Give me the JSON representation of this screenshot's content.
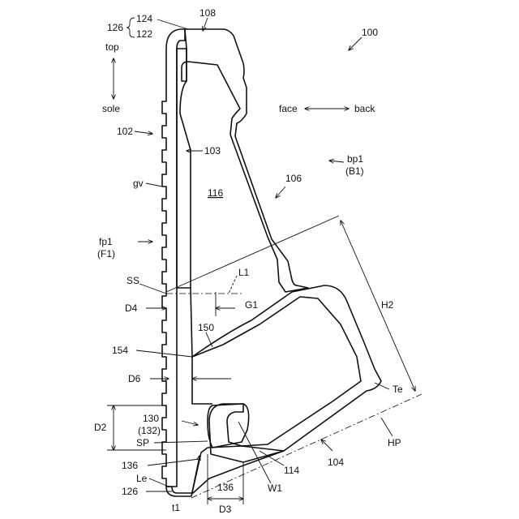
{
  "figure": {
    "ref_main": "100",
    "ref_top_outer": "126",
    "ref_top_a": "124",
    "ref_top_b": "122",
    "ref_crown": "108",
    "dir_top": "top",
    "dir_sole": "sole",
    "dir_face": "face",
    "dir_back": "back",
    "ref_face": "102",
    "ref_inner_face": "103",
    "ref_back_wall": "106",
    "ref_cavity": "116",
    "ref_gv": "gv",
    "bp_label": "bp1",
    "bp_sub": "(B1)",
    "fp_label": "fp1",
    "fp_sub": "(F1)",
    "ref_ss": "SS",
    "ref_l1": "L1",
    "ref_g1": "G1",
    "ref_d4": "D4",
    "ref_h2": "H2",
    "ref_150": "150",
    "ref_154": "154",
    "ref_d6": "D6",
    "ref_te": "Te",
    "ref_d2": "D2",
    "ref_130": "130",
    "ref_132": "(132)",
    "ref_sp": "SP",
    "ref_hp": "HP",
    "ref_136_left": "136",
    "ref_le": "Le",
    "ref_126_bottom": "126",
    "ref_t1": "t1",
    "ref_136_bottom": "136",
    "ref_d3": "D3",
    "ref_w1": "W1",
    "ref_114": "114",
    "ref_104": "104"
  }
}
